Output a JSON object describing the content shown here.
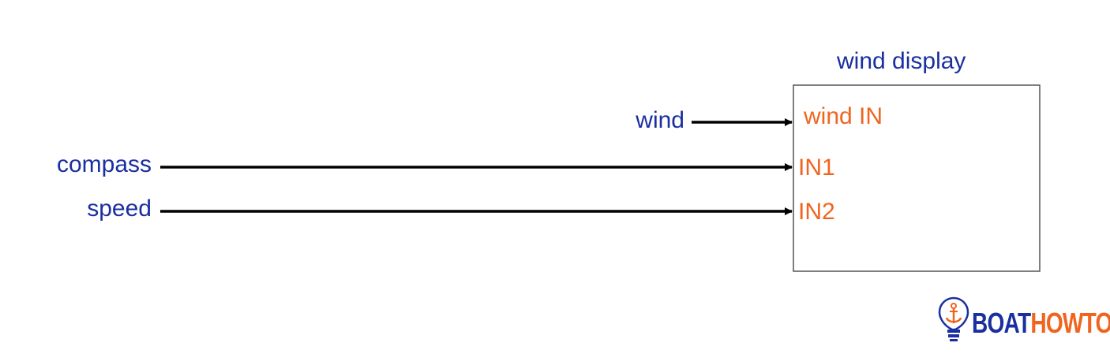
{
  "diagram": {
    "block": {
      "title": "wind display",
      "ports": [
        "wind IN",
        "IN1",
        "IN2"
      ]
    },
    "inputs": [
      {
        "label": "wind",
        "port": "wind IN"
      },
      {
        "label": "compass",
        "port": "IN1"
      },
      {
        "label": "speed",
        "port": "IN2"
      }
    ]
  },
  "logo": {
    "part1": "BOAT",
    "part2": "HOWTO",
    "icon": "lightbulb-anchor-icon"
  },
  "colors": {
    "label_blue": "#1a2fa0",
    "port_orange": "#f0641e",
    "line": "#000000",
    "box_border": "#555555"
  }
}
